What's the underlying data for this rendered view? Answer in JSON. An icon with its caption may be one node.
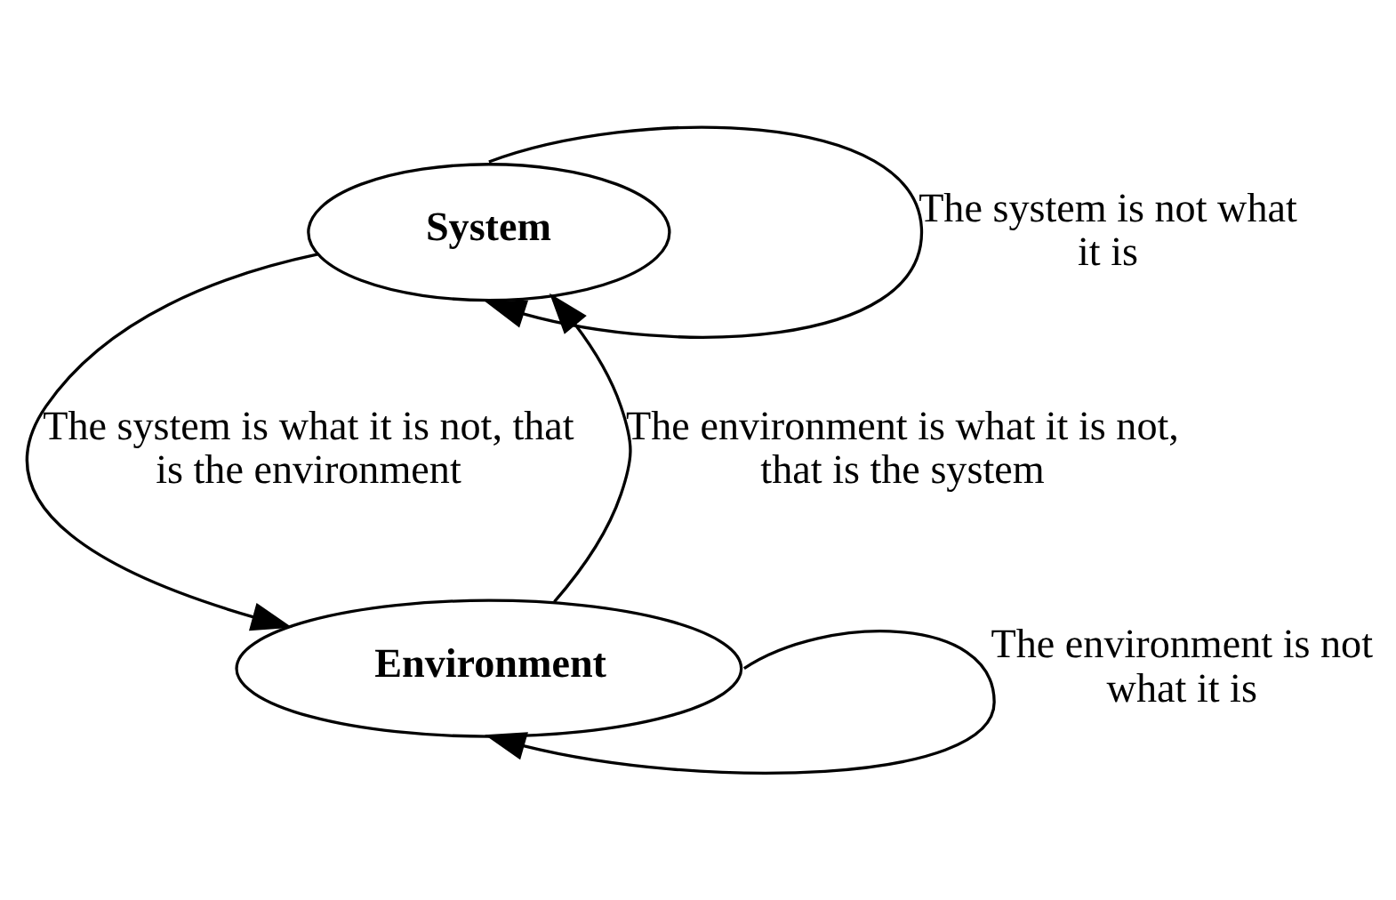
{
  "diagram": {
    "nodes": [
      {
        "text": [
          "System"
        ]
      },
      {
        "text": [
          "Environment"
        ]
      }
    ],
    "edges": [
      {
        "from": 0,
        "to": 0,
        "arrow": "to",
        "label": "The system is not what it is"
      },
      {
        "from": 0,
        "to": 1,
        "arrow": "to",
        "label": "The system is what it is not, that is the environment"
      },
      {
        "from": 1,
        "to": 0,
        "arrow": "to",
        "label": "The environment is what it is not, that is the system"
      },
      {
        "from": 1,
        "to": 1,
        "arrow": "to",
        "label": "The environment is not what it is"
      }
    ]
  }
}
